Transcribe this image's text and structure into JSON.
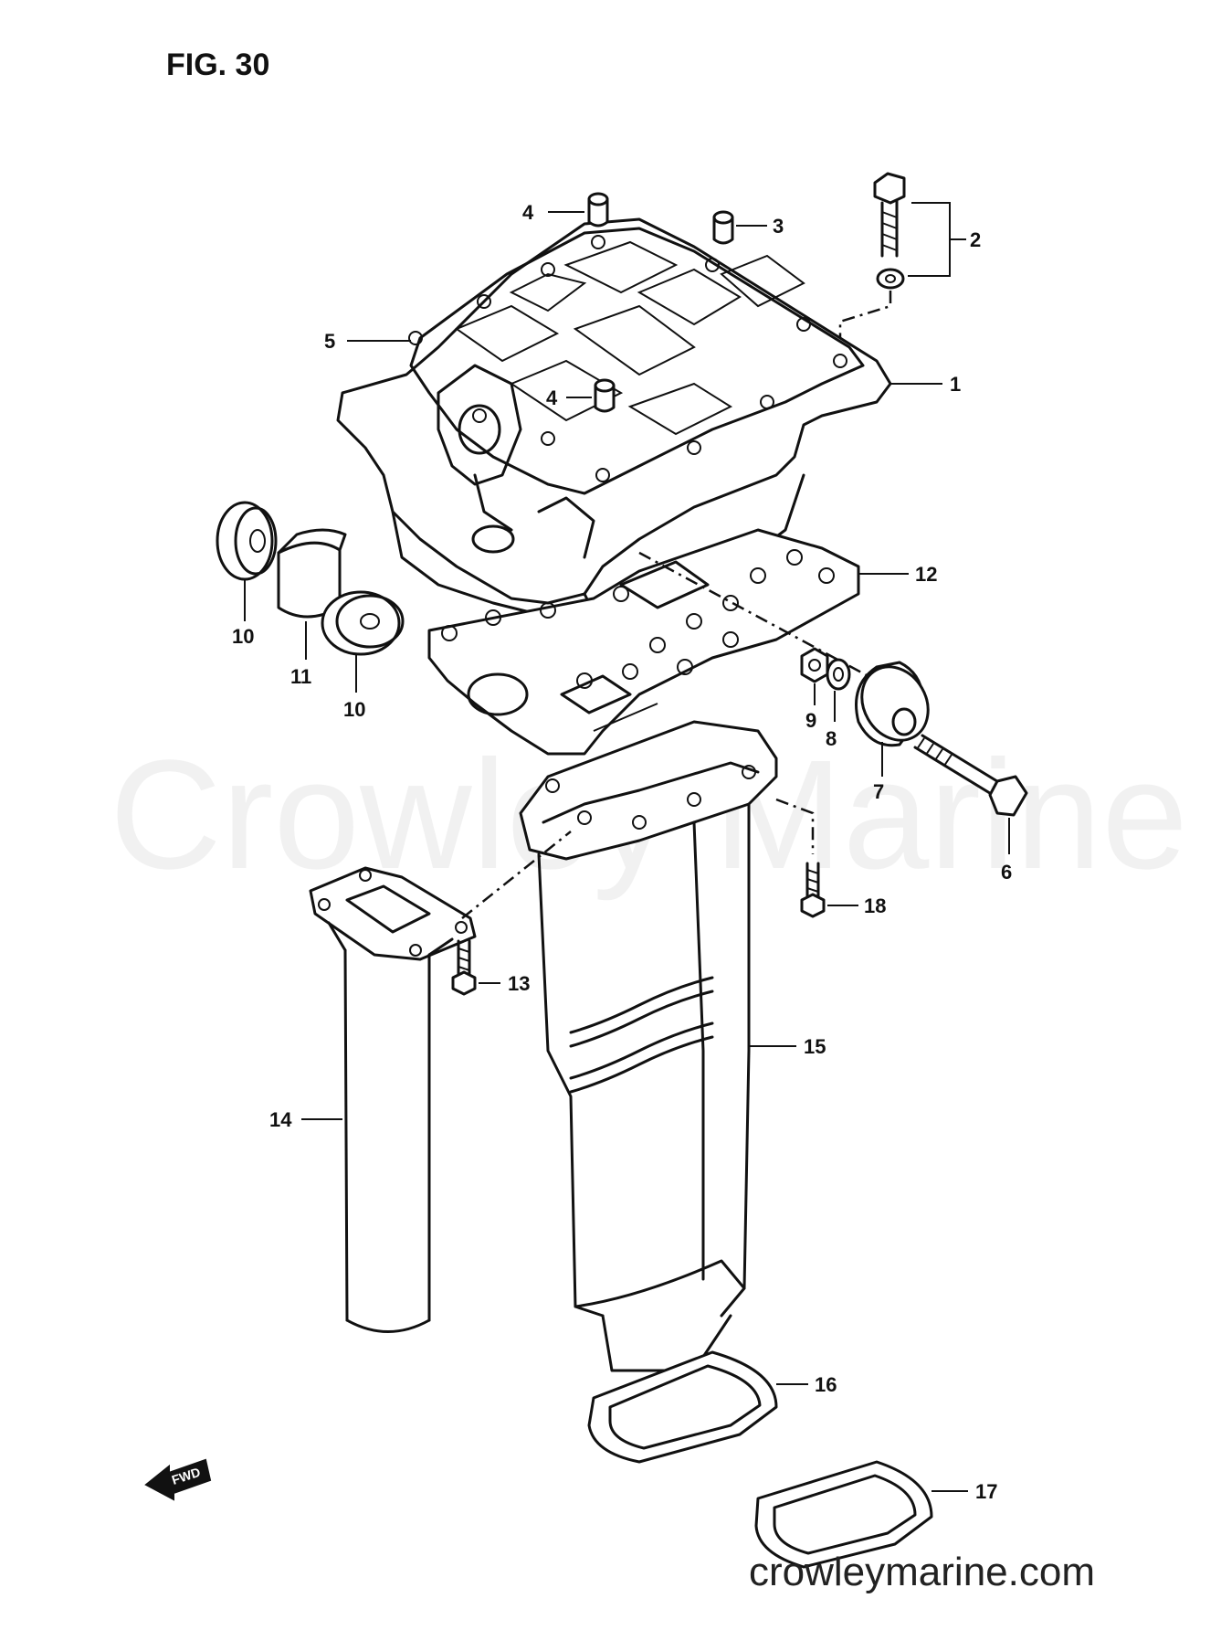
{
  "figure": {
    "title": "FIG. 30"
  },
  "watermark": {
    "text": "Crowley Marine"
  },
  "footer": {
    "site": "crowleymarine.com"
  },
  "direction_marker": {
    "text": "FWD"
  },
  "callouts": {
    "c1": "1",
    "c2": "2",
    "c3": "3",
    "c4a": "4",
    "c4b": "4",
    "c5": "5",
    "c6": "6",
    "c7": "7",
    "c8": "8",
    "c9": "9",
    "c10a": "10",
    "c10b": "10",
    "c11": "11",
    "c12": "12",
    "c13": "13",
    "c14": "14",
    "c15": "15",
    "c16": "16",
    "c17": "17",
    "c18": "18"
  }
}
